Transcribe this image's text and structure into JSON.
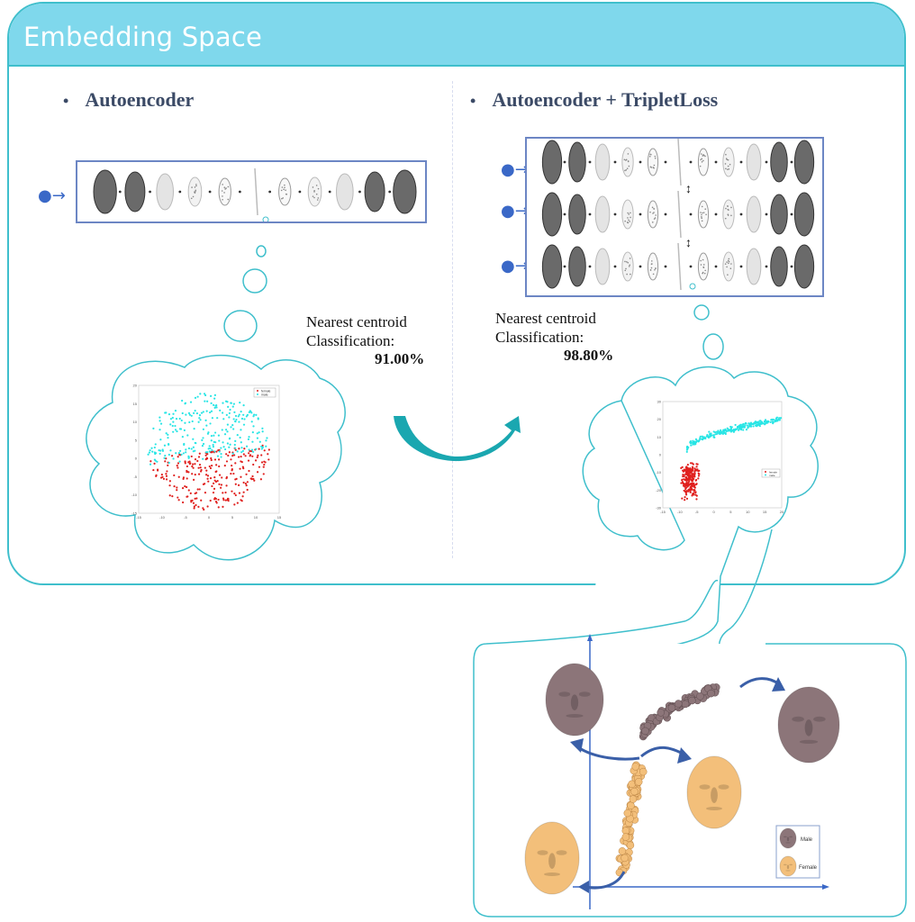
{
  "header": {
    "title": "Embedding Space"
  },
  "colors": {
    "header_bg": "#7fd8ec",
    "border": "#3fbfcc",
    "network_box": "#6c86c4",
    "input_arrow": "#3a68c7",
    "female_point": "#e0201e",
    "male_point": "#29e5e5",
    "transition_arrow": "#1aa7b0",
    "male_face": "#8c7579",
    "female_face": "#f3bf7a",
    "axis": "#3a68c7"
  },
  "left_section": {
    "bullet": "•",
    "title": "Autoencoder",
    "network": {
      "rows": 1,
      "stages": [
        "mesh",
        "mesh",
        "smooth",
        "sparse",
        "points",
        "latent",
        "points",
        "sparse",
        "smooth",
        "mesh",
        "mesh"
      ]
    },
    "metric": {
      "label_line1": "Nearest centroid",
      "label_line2": "Classification:",
      "value": "91.00%"
    }
  },
  "right_section": {
    "bullet": "•",
    "title": "Autoencoder + TripletLoss",
    "network": {
      "rows": 3,
      "stages": [
        "mesh",
        "mesh",
        "smooth",
        "sparse",
        "points",
        "latent",
        "points",
        "sparse",
        "smooth",
        "mesh",
        "mesh"
      ]
    },
    "metric": {
      "label_line1": "Nearest centroid",
      "label_line2": "Classification:",
      "value": "98.80%"
    }
  },
  "chart_data": [
    {
      "type": "scatter",
      "title": "",
      "xlabel": "",
      "ylabel": "",
      "xlim": [
        -15,
        15
      ],
      "ylim": [
        -15,
        20
      ],
      "xticks": [
        -15,
        -10,
        -5,
        0,
        5,
        10,
        15
      ],
      "yticks": [
        -15,
        -10,
        -5,
        0,
        5,
        10,
        15,
        20
      ],
      "legend": {
        "position": "top-right",
        "entries": [
          "female",
          "male"
        ]
      },
      "series": [
        {
          "name": "female",
          "color": "#e0201e",
          "distribution": "lower half disc, y from -15 to 3, x from -13 to 11",
          "n_approx": 250
        },
        {
          "name": "male",
          "color": "#29e5e5",
          "distribution": "upper half disc, y from -3 to 18, x from -14 to 10",
          "n_approx": 250
        }
      ]
    },
    {
      "type": "scatter",
      "title": "",
      "xlabel": "",
      "ylabel": "",
      "xlim": [
        -15,
        20
      ],
      "ylim": [
        -30,
        30
      ],
      "xticks": [
        -15,
        -10,
        -5,
        0,
        5,
        10,
        15,
        20
      ],
      "yticks": [
        -30,
        -20,
        -10,
        0,
        10,
        20,
        30
      ],
      "legend": {
        "position": "center-right",
        "entries": [
          "female",
          "male"
        ]
      },
      "series": [
        {
          "name": "female",
          "color": "#e0201e",
          "distribution": "vertical cluster x -12 to -2, y -28 to 1",
          "n_approx": 250
        },
        {
          "name": "male",
          "color": "#29e5e5",
          "distribution": "arc from (-8,0) rising to (20,20)",
          "n_approx": 250
        }
      ]
    }
  ],
  "bottom_panel": {
    "legend": {
      "male": "Male",
      "female": "Female"
    }
  }
}
